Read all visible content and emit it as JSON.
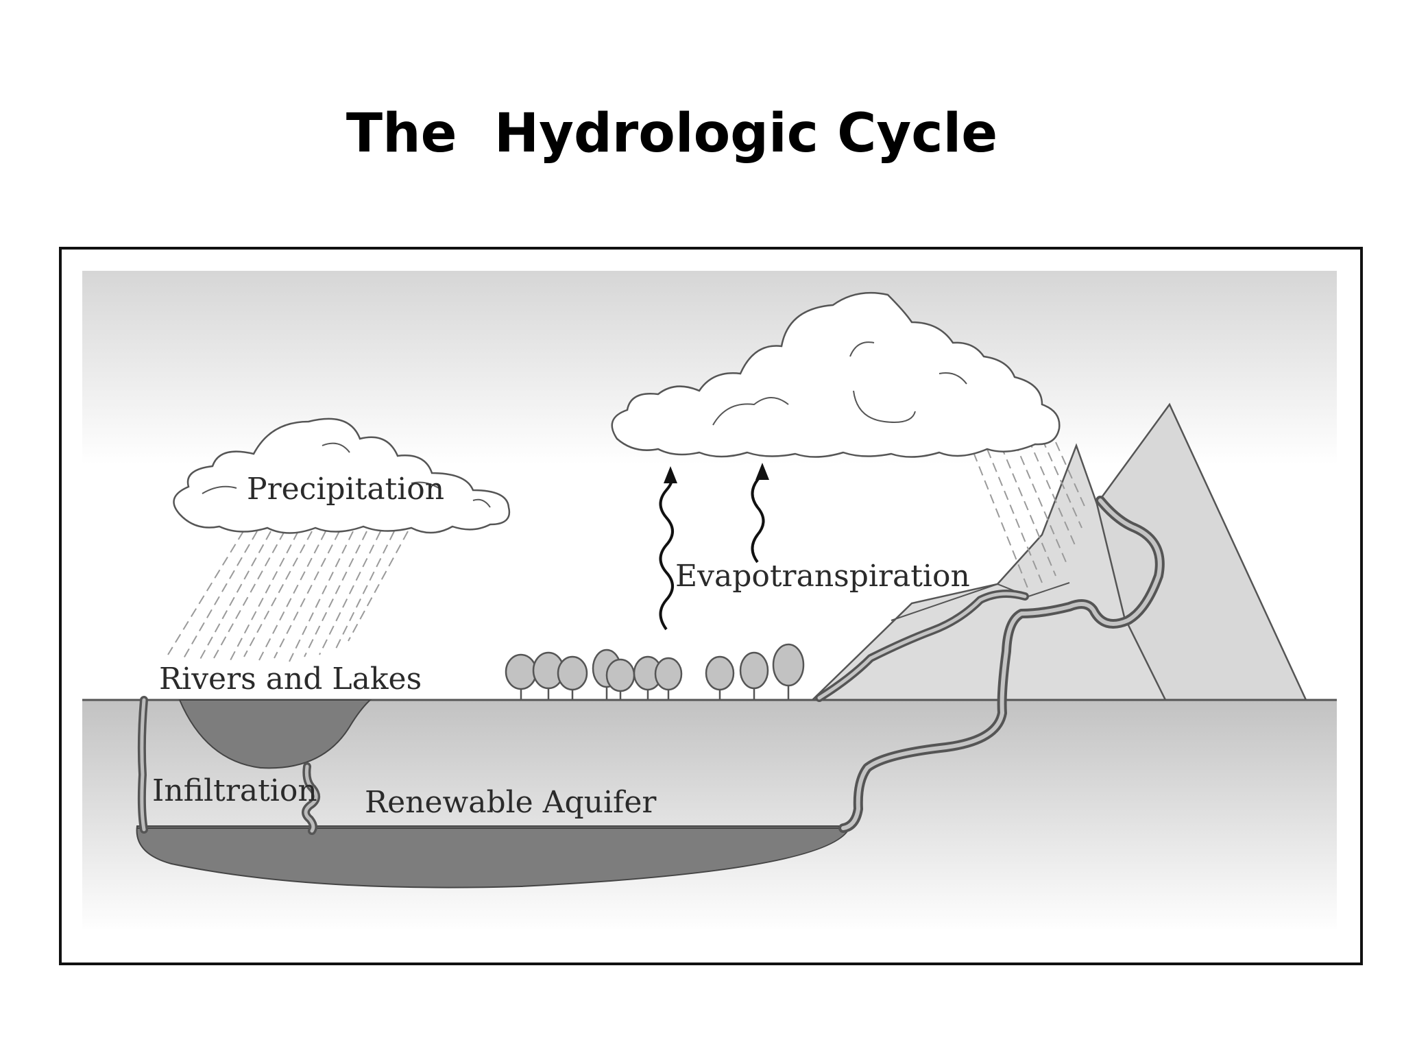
{
  "title": "The  Hydrologic Cycle",
  "labels": {
    "precipitation": "Precipitation",
    "evapotranspiration": "Evapotranspiration",
    "rivers_and_lakes": "Rivers and Lakes",
    "infiltration": "Infiltration",
    "renewable_aquifer": "Renewable Aquifer"
  },
  "colors": {
    "frame": "#111111",
    "sky_top": "#dcdcdc",
    "ground": "#c9c9c9",
    "water": "#7a7a7a",
    "mountain": "#d4d4d4",
    "tree": "#c0c0c0"
  }
}
